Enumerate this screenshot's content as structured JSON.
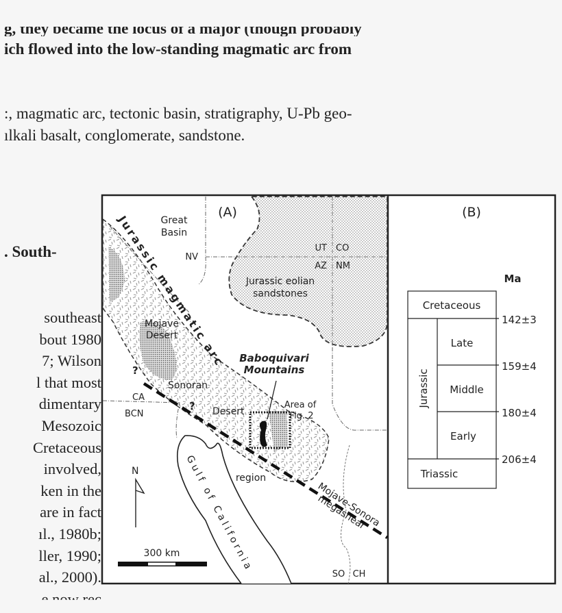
{
  "body_text": {
    "top_lines": [
      "g, they became the locus of a major (though probably",
      "ich flowed into the low-standing magmatic arc from"
    ],
    "keywords_lines": [
      ":, magmatic arc, tectonic basin, stratigraphy, U-Pb geo-",
      "ılkali basalt, conglomerate, sandstone."
    ],
    "section_heading": ". South-",
    "left_column_lines": [
      "southeast",
      "bout 1980",
      "7; Wilson",
      "l that most",
      "dimentary",
      "Mesozoic",
      "Cretaceous",
      "involved,",
      "ken in the",
      "are in fact",
      "ıl., 1980b;",
      "ller, 1990;",
      "al., 2000).",
      "e now rec"
    ]
  },
  "figure": {
    "panel_a": {
      "label": "(A)",
      "great_basin": [
        "Great",
        "Basin"
      ],
      "arc_label": "Jurassic magmatic arc",
      "states": {
        "nv": "NV",
        "ut": "UT",
        "co": "CO",
        "az": "AZ",
        "nm": "NM",
        "ca": "CA",
        "bcn": "BCN",
        "so": "SO",
        "ch": "CH"
      },
      "eolian": [
        "Jurassic eolian",
        "sandstones"
      ],
      "mojave": [
        "Mojave",
        "Desert"
      ],
      "sonoran": "Sonoran",
      "desert": "Desert",
      "region": "region",
      "question_mark": "?",
      "baboquivari": [
        "Baboquivari",
        "Mountains"
      ],
      "area_fig2": [
        "Area of",
        "Fig. 2"
      ],
      "megashear": [
        "Mojave-Sonora",
        "megashear"
      ],
      "gulf": "Gulf of California",
      "north": "N",
      "scale": "300 km"
    },
    "panel_b": {
      "label": "(B)",
      "unit": "Ma",
      "periods": {
        "cretaceous": "Cretaceous",
        "jurassic": "Jurassic",
        "triassic": "Triassic"
      },
      "epochs": [
        "Late",
        "Middle",
        "Early"
      ],
      "ages": [
        "142±3",
        "159±4",
        "180±4",
        "206±4"
      ]
    }
  }
}
